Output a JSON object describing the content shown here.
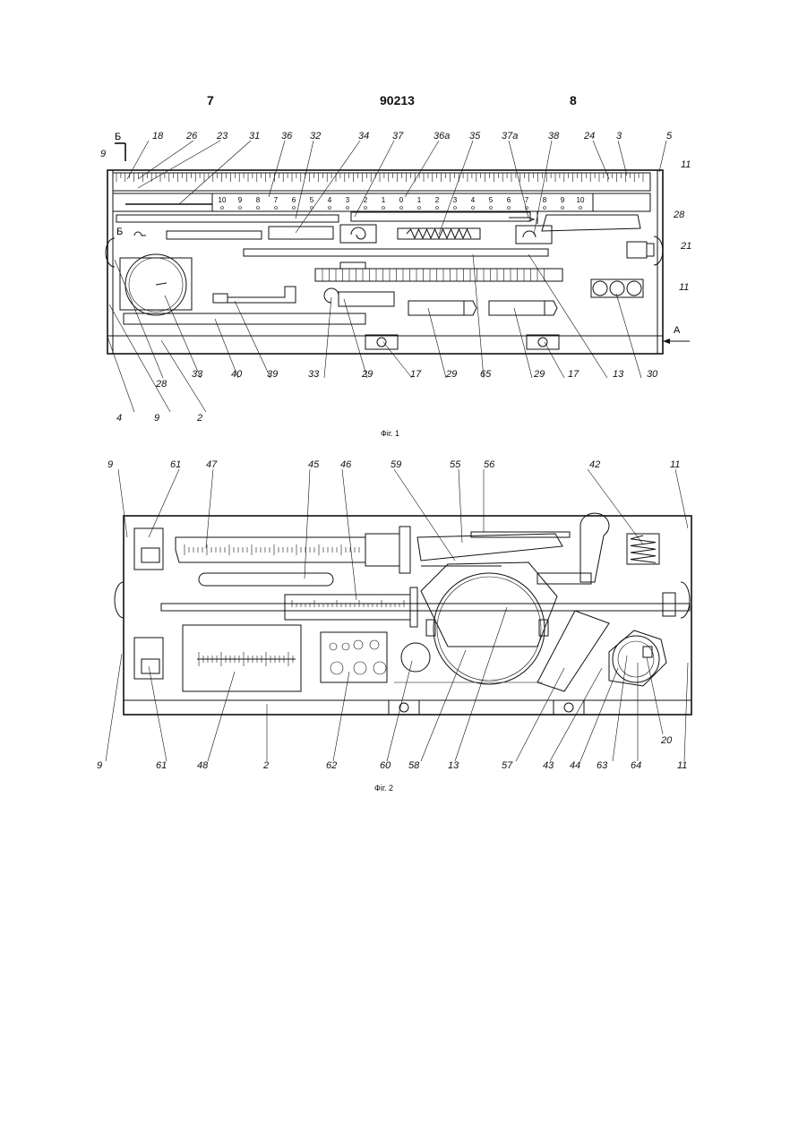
{
  "header": {
    "left_page": "7",
    "patent_number": "90213",
    "right_page": "8"
  },
  "figure1": {
    "caption": "Фіг. 1",
    "top_labels": [
      "18",
      "26",
      "23",
      "31",
      "36",
      "32",
      "34",
      "37",
      "36а",
      "35",
      "37а",
      "38",
      "24",
      "3",
      "5"
    ],
    "bottom_labels": [
      "28",
      "33",
      "40",
      "39",
      "33",
      "29",
      "17",
      "29",
      "65",
      "29",
      "17",
      "13",
      "30"
    ],
    "lower_left_labels": [
      "4",
      "9",
      "2"
    ],
    "side_labels": {
      "9": "9",
      "b_top": "Б",
      "b_side": "Б",
      "11a": "11",
      "28": "28",
      "21": "21",
      "11b": "11",
      "a": "А"
    },
    "ruler_numbers": [
      "10",
      "9",
      "8",
      "7",
      "6",
      "5",
      "4",
      "3",
      "2",
      "1",
      "0",
      "1",
      "2",
      "3",
      "4",
      "5",
      "6",
      "7",
      "8",
      "9",
      "10"
    ],
    "scale_label": "А"
  },
  "figure2": {
    "caption": "Фіг. 2",
    "top_labels": [
      "9",
      "61",
      "47",
      "45",
      "46",
      "59",
      "55",
      "56",
      "42",
      "11"
    ],
    "bottom_labels": [
      "9",
      "61",
      "48",
      "2",
      "62",
      "60",
      "58",
      "13",
      "57",
      "43",
      "44",
      "63",
      "64",
      "11"
    ],
    "side_labels": {
      "20": "20"
    }
  }
}
